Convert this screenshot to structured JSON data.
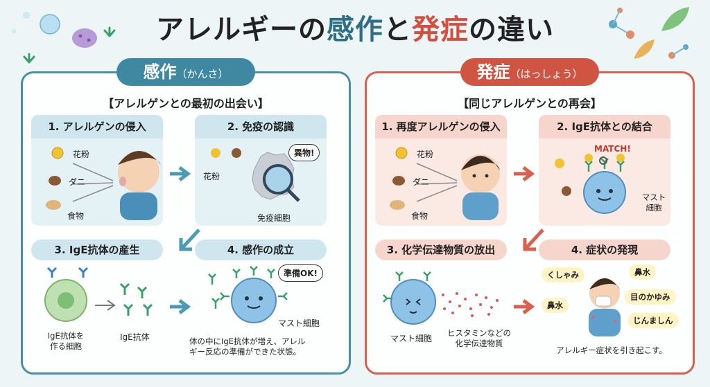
{
  "title": {
    "part1": "アレルギーの",
    "sensitization": "感作",
    "part2": "と",
    "onset": "発症",
    "part3": "の違い"
  },
  "left": {
    "tab": "感作",
    "tab_reading": "（かんさ）",
    "subtitle": "【アレルゲンとの最初の出会い】",
    "step1": {
      "title": "1. アレルゲンの侵入",
      "pollen": "花粉",
      "mite": "ダニ",
      "food": "食物"
    },
    "step2": {
      "title": "2. 免疫の認識",
      "pollen": "花粉",
      "bubble": "異物!",
      "cell": "免疫細胞"
    },
    "step3": {
      "title": "3. IgE抗体の産生",
      "cell_line1": "IgE抗体を",
      "cell_line2": "作る細胞",
      "antibody": "IgE抗体"
    },
    "step4": {
      "title": "4. 感作の成立",
      "bubble": "準備OK!",
      "mast": "マスト細胞",
      "desc_line1": "体の中にIgE抗体が増え、アレル",
      "desc_line2": "ギー反応の準備ができた状態。"
    }
  },
  "right": {
    "tab": "発症",
    "tab_reading": "（はっしょう）",
    "subtitle": "【同じアレルゲンとの再会】",
    "step1": {
      "title": "1. 再度アレルゲンの侵入",
      "pollen": "花粉",
      "mite": "ダニ",
      "food": "食物"
    },
    "step2": {
      "title": "2. IgE抗体との結合",
      "match": "MATCH!",
      "mast_line1": "マスト",
      "mast_line2": "細胞"
    },
    "step3": {
      "title": "3. 化学伝達物質の放出",
      "mast": "マスト細胞",
      "chem_line1": "ヒスタミンなどの",
      "chem_line2": "化学伝達物質"
    },
    "step4": {
      "title": "4. 症状の発現",
      "s1": "くしゃみ",
      "s2": "鼻水",
      "s3": "鼻水",
      "s4": "目のかゆみ",
      "s5": "じんましん",
      "desc": "アレルギー症状を引き起こす。"
    }
  }
}
